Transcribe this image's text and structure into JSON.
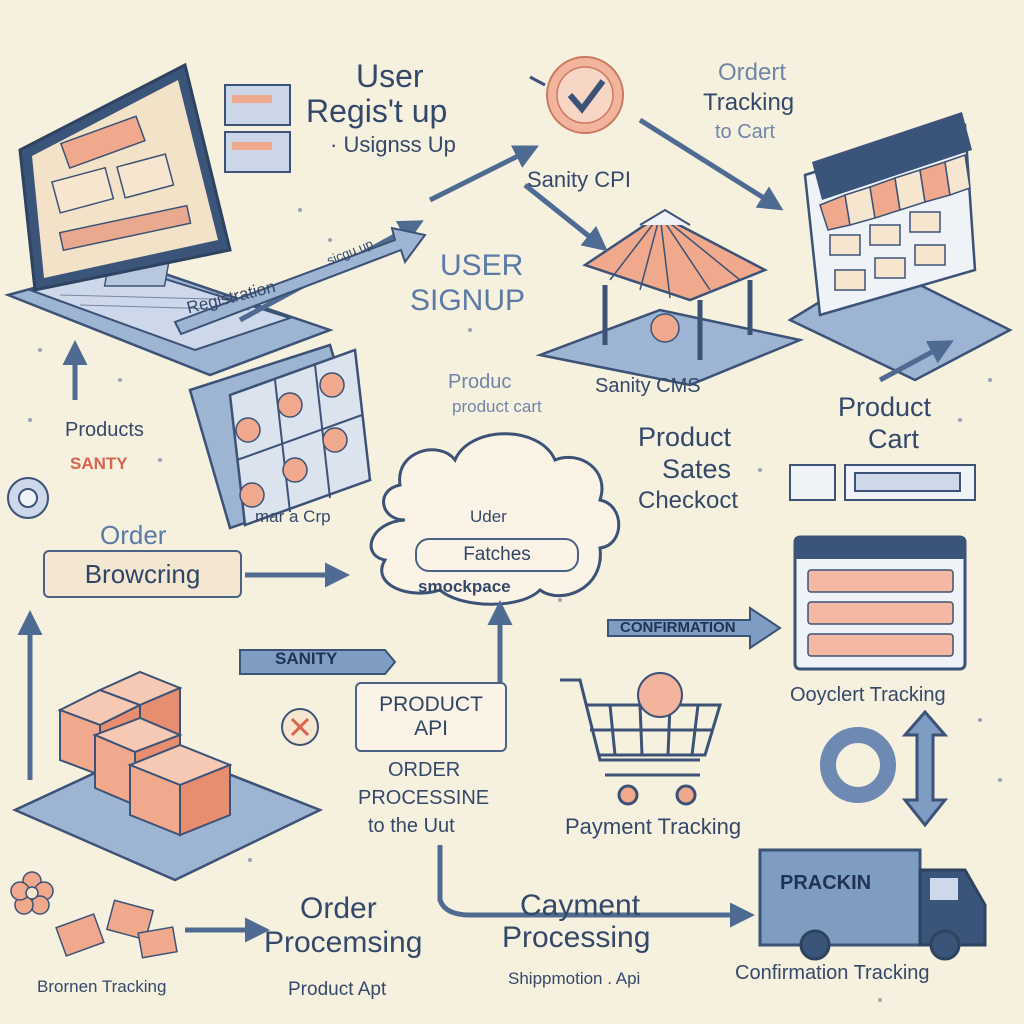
{
  "labels": {
    "user_registration_title_1": "User",
    "user_registration_title_2": "Regis't up",
    "user_signs_up": "· Usignss Up",
    "ordert_tracking_1": "Ordert",
    "ordert_tracking_2": "Tracking",
    "to_cart": "to Cart",
    "sanity_cpi": "Sanity CPI",
    "registration": "Registration",
    "sign_up_arrow": "sicgu up",
    "user_signup_1": "USER",
    "user_signup_2": "SIGNUP",
    "sanity_cms": "Sanity CMS",
    "produc_t": "Produc",
    "product_cart_small": "product cart",
    "products": "Products",
    "sanity_red": "SANTY",
    "product_cart_1": "Product",
    "product_cart_2": "Cart",
    "product_sates_1": "Product",
    "product_sates_2": "Sates",
    "product_sates_3": "Checkoct",
    "order_browsing_1": "Order",
    "order_browsing_2": "Browcring",
    "marha_crp": "mar a Crp",
    "cloud_uder": "Uder",
    "cloud_fatches": "Fatches",
    "cloud_marketplace": "smockpace",
    "confirmation": "CONFIRMATION",
    "sanity_pill": "SANITY",
    "product_api_1": "PRODUCT",
    "product_api_2": "API",
    "order_processing_caps_1": "ORDER",
    "order_processing_caps_2": "PROCESSINE",
    "order_processing_caps_3": "to the Uut",
    "ooycleit_tracking": "Ooyclert Tracking",
    "payment_tracking": "Payment Tracking",
    "order_processing_1": "Order",
    "order_processing_2": "Procemsing",
    "cayment_processing_1": "Cayment",
    "cayment_processing_2": "Processing",
    "brornen_tracking": "Brornen Tracking",
    "product_api_bottom": "Product Apt",
    "shipmotion_api": "Shippmotion . Api",
    "truck_label": "PRACKIN",
    "confirmation_tracking": "Confirmation Tracking"
  },
  "colors": {
    "background": "#f6f0df",
    "navy": "#34496a",
    "blue": "#7f9cc2",
    "salmon": "#ee9d7d",
    "cream": "#f3e7d2"
  },
  "icons": [
    "laptop-icon",
    "checkmark-badge-icon",
    "storefront-icon",
    "kiosk-icon",
    "shelf-icon",
    "cloud-icon",
    "boxes-icon",
    "cart-icon",
    "truck-icon",
    "flower-icon",
    "order-list-icon"
  ]
}
